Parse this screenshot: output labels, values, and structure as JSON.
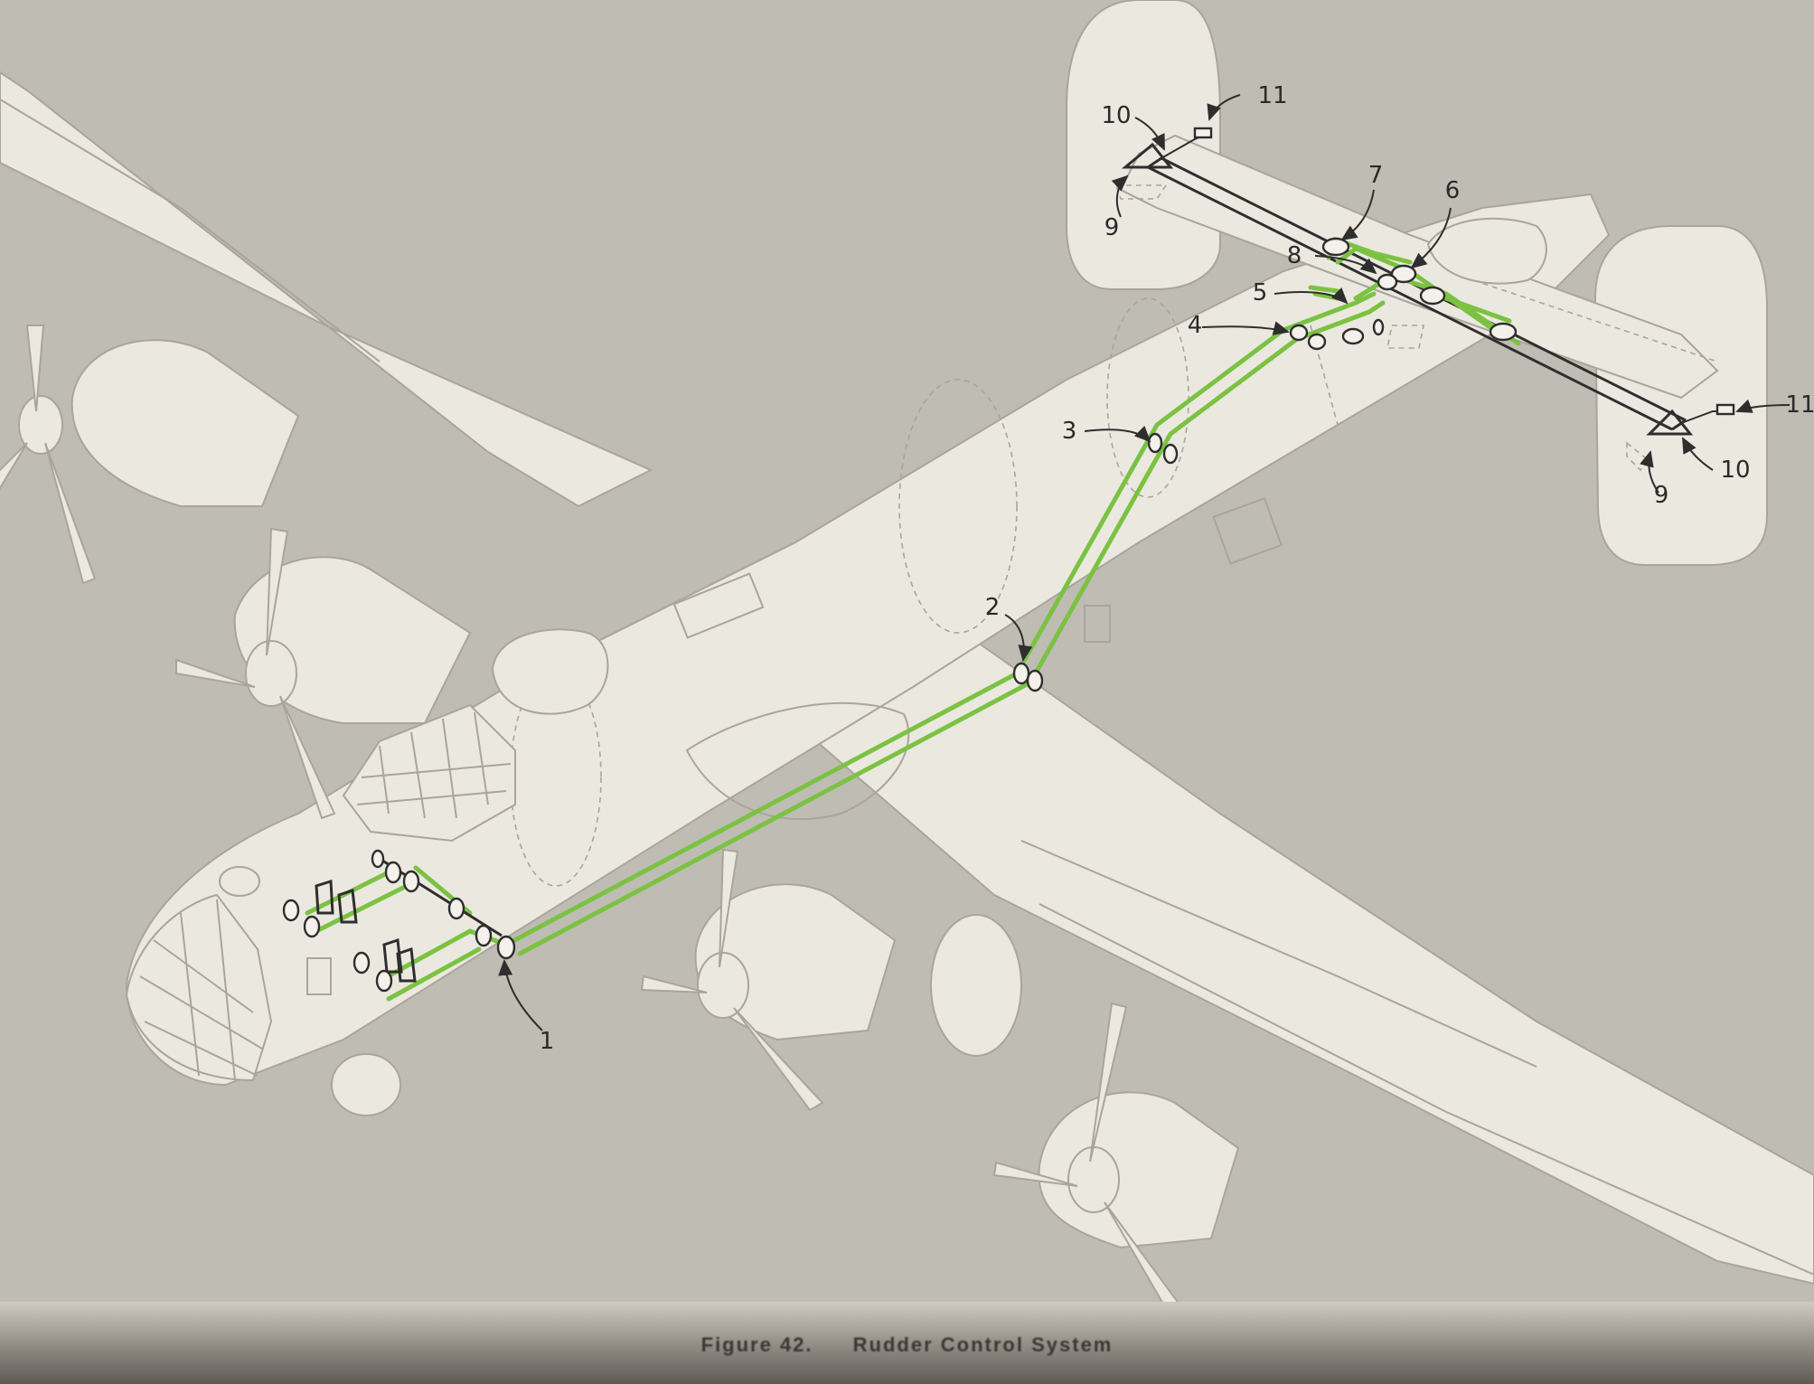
{
  "figure": {
    "number": "Figure 42.",
    "title": "Rudder Control System"
  },
  "colors": {
    "background": "#bfbcb4",
    "airframe_fill": "#ebe8e0",
    "airframe_line": "#a9a59c",
    "cable": "#7cc242",
    "torque_tube": "#2e2e2e",
    "label": "#2a2a2a"
  },
  "callouts": [
    {
      "id": "c1",
      "text": "1"
    },
    {
      "id": "c2",
      "text": "2"
    },
    {
      "id": "c3",
      "text": "3"
    },
    {
      "id": "c4",
      "text": "4"
    },
    {
      "id": "c5",
      "text": "5"
    },
    {
      "id": "c6",
      "text": "6"
    },
    {
      "id": "c7",
      "text": "7"
    },
    {
      "id": "c8",
      "text": "8"
    },
    {
      "id": "c9a",
      "text": "9"
    },
    {
      "id": "c9b",
      "text": "9"
    },
    {
      "id": "c10a",
      "text": "10"
    },
    {
      "id": "c10b",
      "text": "10"
    },
    {
      "id": "c11a",
      "text": "11"
    },
    {
      "id": "c11b",
      "text": "11"
    }
  ]
}
